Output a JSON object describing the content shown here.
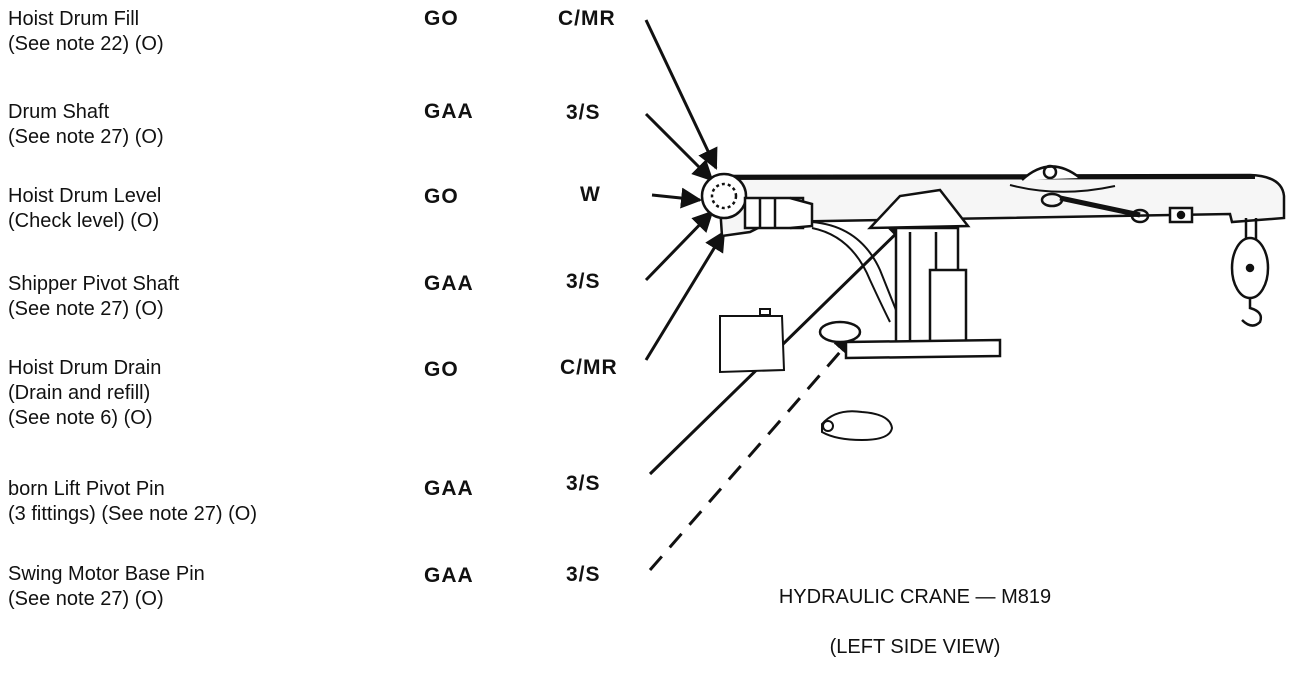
{
  "rows": [
    {
      "item": "Hoist Drum Fill\n(See note 22) (O)",
      "lube": "GO",
      "interval": "C/MR"
    },
    {
      "item": "Drum Shaft\n(See note 27) (O)",
      "lube": "GAA",
      "interval": "3/S"
    },
    {
      "item": "Hoist Drum Level\n(Check level) (O)",
      "lube": "GO",
      "interval": "W"
    },
    {
      "item": "Shipper Pivot Shaft\n(See note 27) (O)",
      "lube": "GAA",
      "interval": "3/S"
    },
    {
      "item": "Hoist Drum Drain\n(Drain and refill)\n(See note 6) (O)",
      "lube": "GO",
      "interval": "C/MR"
    },
    {
      "item": "born Lift Pivot Pin\n(3 fittings) (See note 27) (O)",
      "lube": "GAA",
      "interval": "3/S"
    },
    {
      "item": "Swing Motor Base Pin\n(See note 27) (O)",
      "lube": "GAA",
      "interval": "3/S"
    }
  ],
  "caption": {
    "title": "HYDRAULIC CRANE — M819",
    "subtitle": "(LEFT SIDE VIEW)"
  }
}
